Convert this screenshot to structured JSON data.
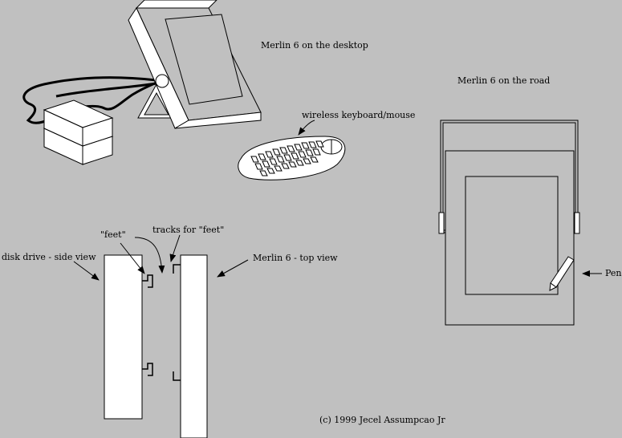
{
  "labels": {
    "desktop": "Merlin 6 on the desktop",
    "road": "Merlin 6 on the road",
    "keyboard": "wireless keyboard/mouse",
    "feet": "\"feet\"",
    "tracks": "tracks for \"feet\"",
    "disk_drive": "disk drive - side view",
    "top_view": "Merlin 6 - top view",
    "pen": "Pen",
    "copyright": "(c) 1999 Jecel Assumpcao Jr"
  },
  "colors": {
    "background": "#c0c0c0",
    "ink": "#000000",
    "paper": "#ffffff"
  }
}
